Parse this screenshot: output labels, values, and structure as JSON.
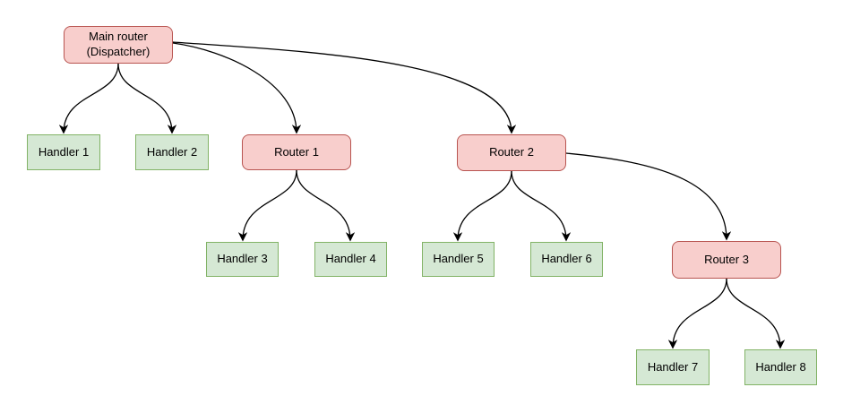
{
  "diagram": {
    "type": "flowchart-tree",
    "colors": {
      "router_fill": "#f8cecc",
      "router_border": "#b85450",
      "handler_fill": "#d5e8d4",
      "handler_border": "#82b366",
      "edge": "#000000",
      "text": "#000000",
      "background": "#ffffff"
    },
    "nodes": [
      {
        "id": "main-router",
        "label": "Main router\n(Dispatcher)",
        "type": "router"
      },
      {
        "id": "handler-1",
        "label": "Handler 1",
        "type": "handler"
      },
      {
        "id": "handler-2",
        "label": "Handler 2",
        "type": "handler"
      },
      {
        "id": "router-1",
        "label": "Router 1",
        "type": "router"
      },
      {
        "id": "router-2",
        "label": "Router 2",
        "type": "router"
      },
      {
        "id": "handler-3",
        "label": "Handler 3",
        "type": "handler"
      },
      {
        "id": "handler-4",
        "label": "Handler 4",
        "type": "handler"
      },
      {
        "id": "handler-5",
        "label": "Handler 5",
        "type": "handler"
      },
      {
        "id": "handler-6",
        "label": "Handler 6",
        "type": "handler"
      },
      {
        "id": "router-3",
        "label": "Router 3",
        "type": "router"
      },
      {
        "id": "handler-7",
        "label": "Handler 7",
        "type": "handler"
      },
      {
        "id": "handler-8",
        "label": "Handler 8",
        "type": "handler"
      }
    ],
    "edges": [
      {
        "from": "main-router",
        "to": "handler-1"
      },
      {
        "from": "main-router",
        "to": "handler-2"
      },
      {
        "from": "main-router",
        "to": "router-1"
      },
      {
        "from": "main-router",
        "to": "router-2"
      },
      {
        "from": "router-1",
        "to": "handler-3"
      },
      {
        "from": "router-1",
        "to": "handler-4"
      },
      {
        "from": "router-2",
        "to": "handler-5"
      },
      {
        "from": "router-2",
        "to": "handler-6"
      },
      {
        "from": "router-2",
        "to": "router-3"
      },
      {
        "from": "router-3",
        "to": "handler-7"
      },
      {
        "from": "router-3",
        "to": "handler-8"
      }
    ]
  }
}
